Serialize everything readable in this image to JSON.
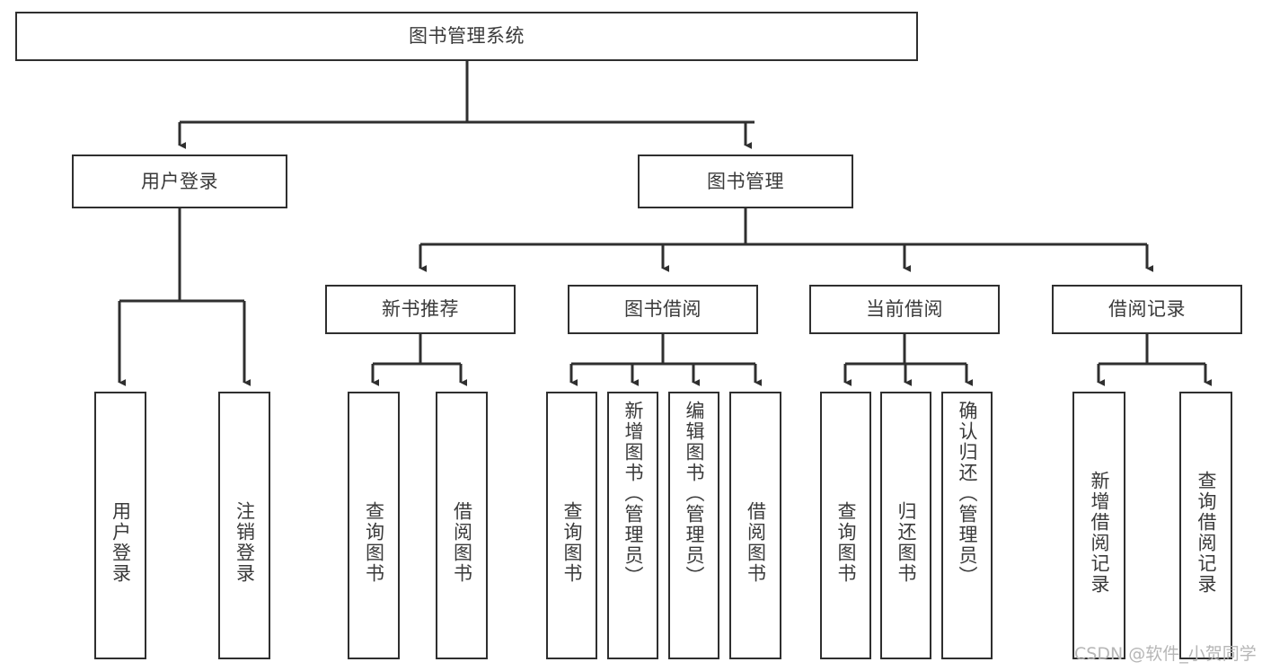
{
  "diagram": {
    "title": "图书管理系统",
    "type": "tree-hierarchy-diagram",
    "colors": {
      "node_border": "#2f2f2f",
      "node_fill": "#ffffff",
      "edge": "#2f2f2f",
      "text": "#3a3a3a",
      "background": "#ffffff",
      "watermark": "#b6b6b6"
    },
    "root": {
      "label": "图书管理系统"
    },
    "level1": [
      {
        "label": "用户登录"
      },
      {
        "label": "图书管理"
      }
    ],
    "level2": [
      {
        "label": "新书推荐"
      },
      {
        "label": "图书借阅"
      },
      {
        "label": "当前借阅"
      },
      {
        "label": "借阅记录"
      }
    ],
    "leaves": {
      "user_login": [
        {
          "label": "用户登录"
        },
        {
          "label": "注销登录"
        }
      ],
      "new_book_recommend": [
        {
          "label": "查询图书"
        },
        {
          "label": "借阅图书"
        }
      ],
      "book_borrow": [
        {
          "label": "查询图书"
        },
        {
          "label": "新增图书（管理员）"
        },
        {
          "label": "编辑图书（管理员）"
        },
        {
          "label": "借阅图书"
        }
      ],
      "current_borrow": [
        {
          "label": "查询图书"
        },
        {
          "label": "归还图书"
        },
        {
          "label": "确认归还（管理员）"
        }
      ],
      "borrow_record": [
        {
          "label": "新增借阅记录"
        },
        {
          "label": "查询借阅记录"
        }
      ]
    },
    "watermark": "CSDN @软件_小贺同学"
  }
}
